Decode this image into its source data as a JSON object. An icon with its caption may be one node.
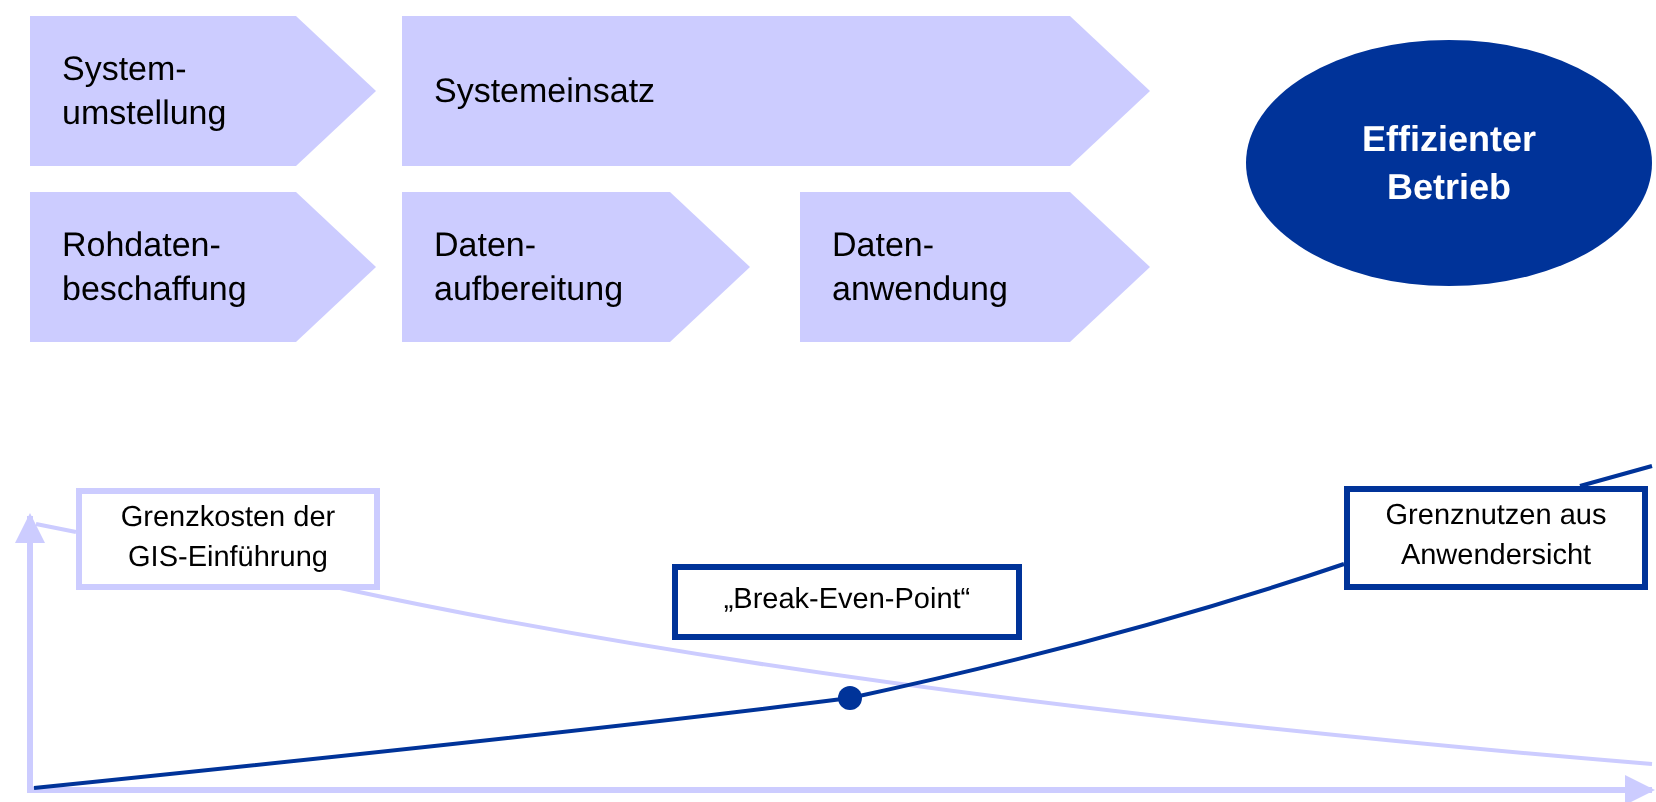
{
  "diagram": {
    "nodes": [
      {
        "text": [
          "System- umstellung"
        ]
      },
      {
        "text": [
          "Systemeinsatz"
        ]
      },
      {
        "text": [
          "Effizienter Betrieb"
        ]
      },
      {
        "text": [
          "Rohdaten- beschaffung"
        ]
      },
      {
        "text": [
          "Daten- aufbereitung"
        ]
      },
      {
        "text": [
          "Daten- anwendung"
        ]
      },
      {
        "text": [
          "Grenzkosten der GIS-Einführung"
        ]
      },
      {
        "text": [
          "„Break-Even-Point“"
        ]
      },
      {
        "text": [
          "Grenznutzen aus Anwendersicht"
        ]
      }
    ]
  }
}
